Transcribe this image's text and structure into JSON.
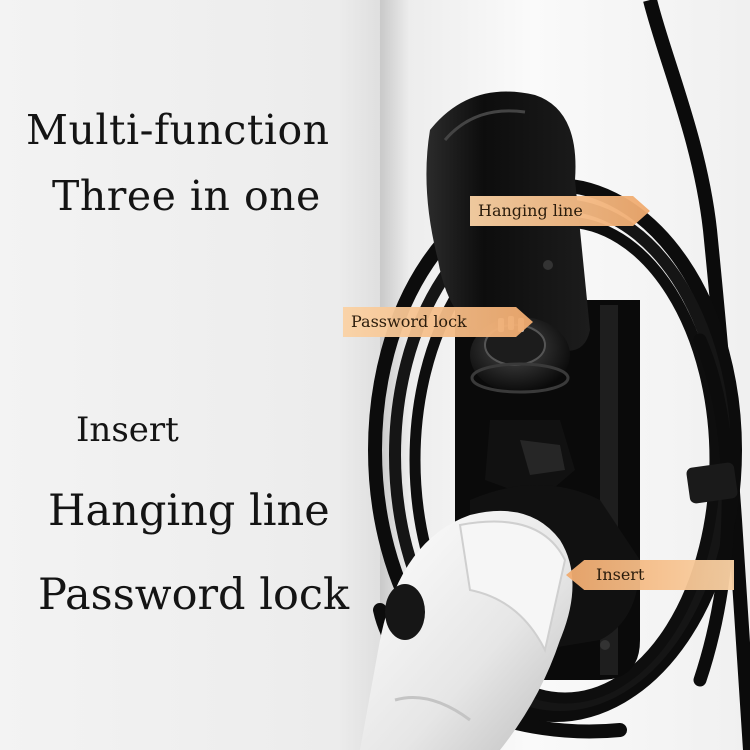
{
  "headline": {
    "line1": "Multi-function",
    "line2": "Three in one"
  },
  "features": [
    "Insert",
    "Hanging line",
    "Password lock"
  ],
  "callouts": {
    "hanging_line": "Hanging line",
    "password_lock": "Password lock",
    "insert": "Insert"
  },
  "colors": {
    "callout": "#f3b47a",
    "text": "#141414",
    "holder": "#101010",
    "plug": "#e9e9e9"
  }
}
